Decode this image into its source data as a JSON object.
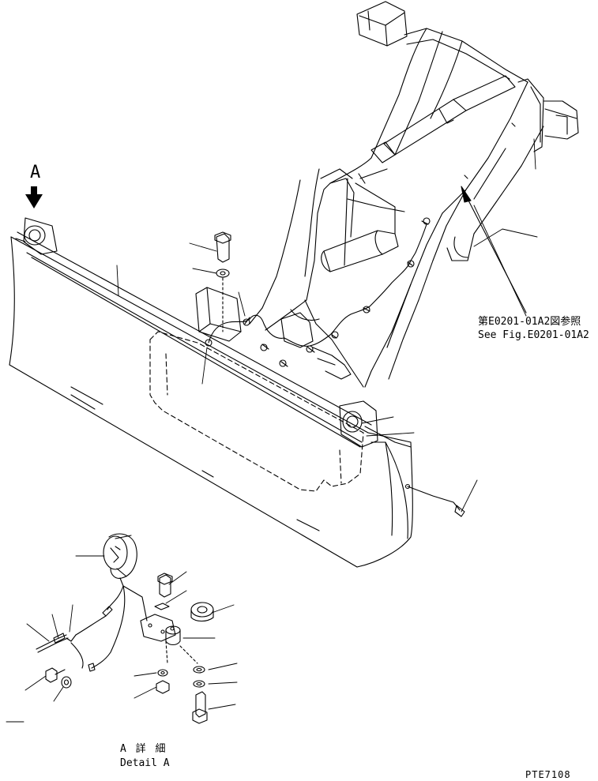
{
  "view_marker": {
    "letter": "A"
  },
  "reference": {
    "japanese": "第E0201-01A2図参照",
    "english": "See Fig.E0201-01A2"
  },
  "detail": {
    "japanese": "A 詳 細",
    "english": "Detail A"
  },
  "drawing_number": "PTE7108"
}
